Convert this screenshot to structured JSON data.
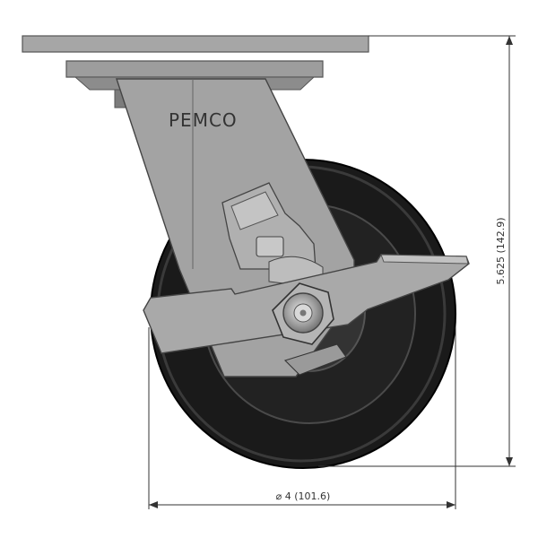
{
  "drawing": {
    "brand": "PEMCO",
    "height_label": "5.625 (142.9)",
    "width_label": "⌀ 4 (101.6)"
  },
  "colors": {
    "background": "#ffffff",
    "plate": "#a6a6a6",
    "bracket": "#a3a3a3",
    "wheel": "#1c1c1c",
    "dimension_line": "#333333"
  }
}
